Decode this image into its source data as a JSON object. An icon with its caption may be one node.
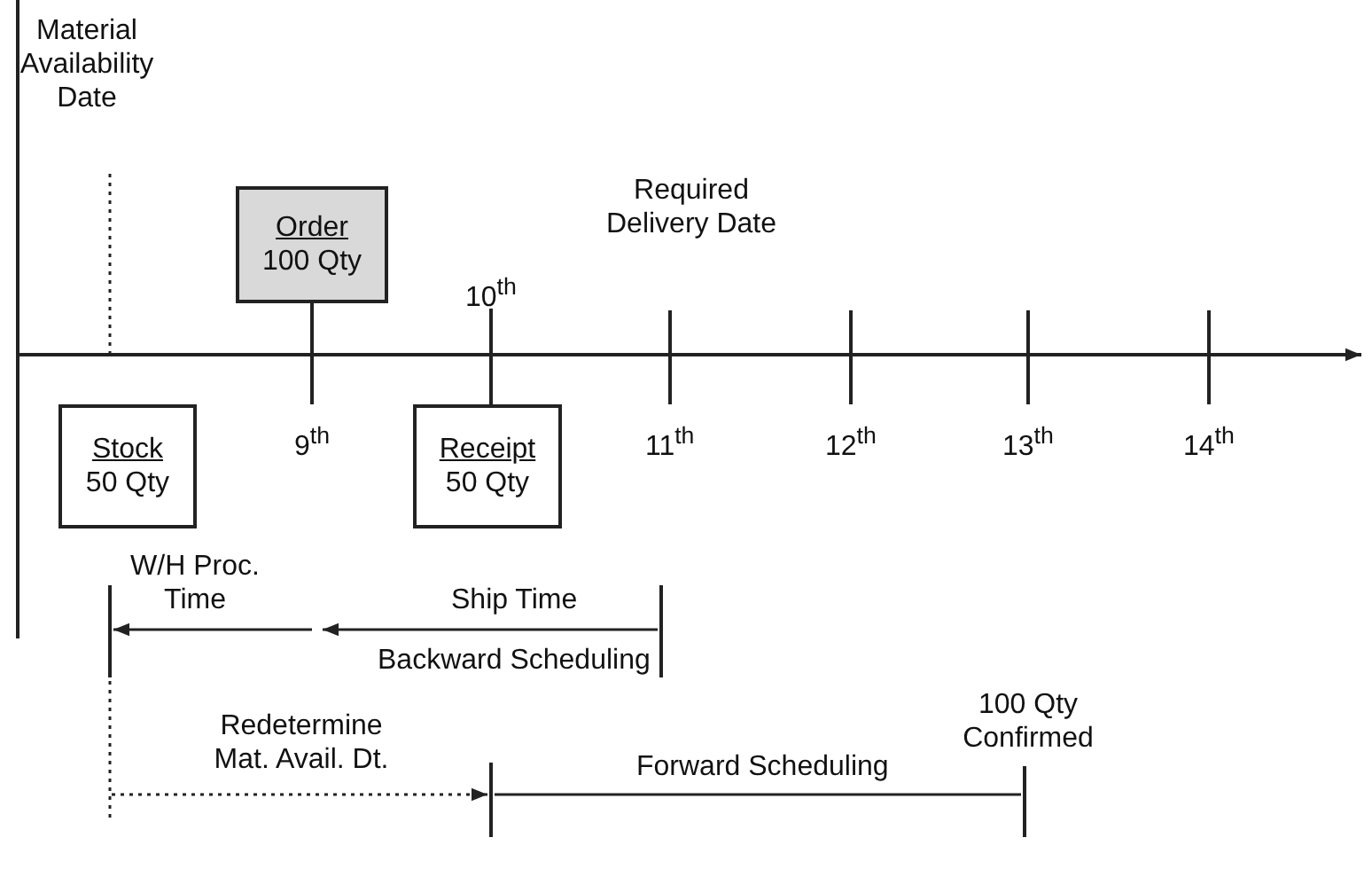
{
  "diagram": {
    "nodes": [
      {
        "text": [
          "Material Availability Date"
        ]
      },
      {
        "text": [
          "Order",
          "100 Qty"
        ]
      },
      {
        "text": [
          "Stock",
          "50 Qty"
        ]
      },
      {
        "text": [
          "Receipt",
          "50 Qty"
        ]
      },
      {
        "text": [
          "Required Delivery Date"
        ]
      },
      {
        "text": [
          "100 Qty Confirmed"
        ]
      },
      {
        "text": [],
        "shape": "bar"
      },
      {
        "text": [],
        "shape": "bar"
      },
      {
        "text": [],
        "shape": "bar"
      },
      {
        "text": [],
        "shape": "bar"
      }
    ],
    "edges": [
      {
        "from": 6,
        "to": null,
        "arrow": "to",
        "label": "Ship Time"
      },
      {
        "from": null,
        "to": 7,
        "arrow": "to",
        "label": "W/H Proc. Time"
      },
      {
        "from": null,
        "to": 8,
        "arrow": "to",
        "style": "dashed",
        "label": "Redetermine Mat. Avail. Dt."
      },
      {
        "from": 8,
        "to": 9,
        "arrow": "none",
        "label": "Forward Scheduling"
      }
    ],
    "labels": [
      "10$^{th}$",
      "9$^{th}$",
      "11$^{th}$",
      "12$^{th}$",
      "13$^{th}$",
      "14$^{th}$",
      "Backward Scheduling"
    ]
  }
}
